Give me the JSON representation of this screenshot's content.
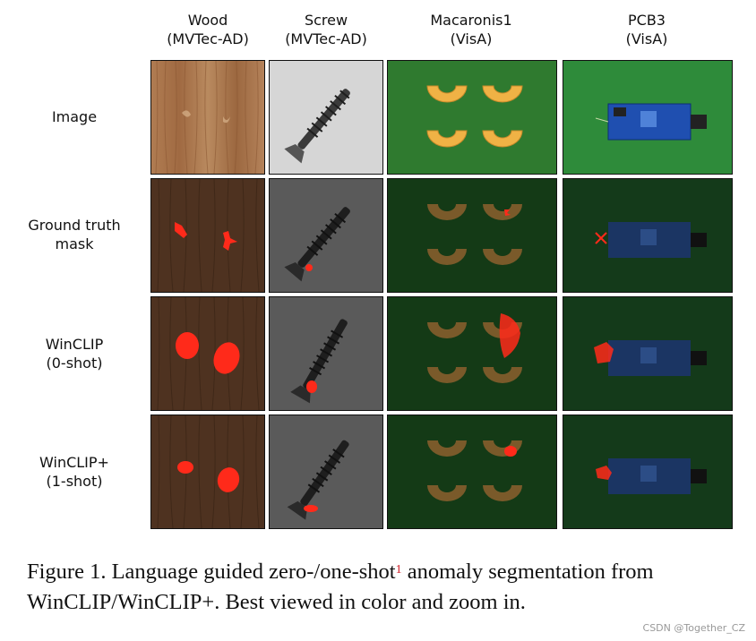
{
  "columns": [
    {
      "name": "Wood",
      "source": "(MVTec-AD)"
    },
    {
      "name": "Screw",
      "source": "(MVTec-AD)"
    },
    {
      "name": "Macaronis1",
      "source": "(VisA)"
    },
    {
      "name": "PCB3",
      "source": "(VisA)"
    }
  ],
  "rows": [
    {
      "line1": "Image",
      "line2": ""
    },
    {
      "line1": "Ground truth",
      "line2": "mask"
    },
    {
      "line1": "WinCLIP",
      "line2": "(0-shot)"
    },
    {
      "line1": "WinCLIP+",
      "line2": "(1-shot)"
    }
  ],
  "caption": {
    "prefix": "Figure 1. Language guided zero-/one-shot",
    "footnote": "1",
    "suffix": "anomaly segmentation from WinCLIP/WinCLIP+. Best viewed in color and zoom in."
  },
  "watermark": "CSDN @Together_CZ",
  "colors": {
    "anomaly": "#ff2a1a",
    "wood": "#a8774e",
    "pcb_bg": "#2e8b3a",
    "macaroni_bg": "#2f7a2f"
  }
}
